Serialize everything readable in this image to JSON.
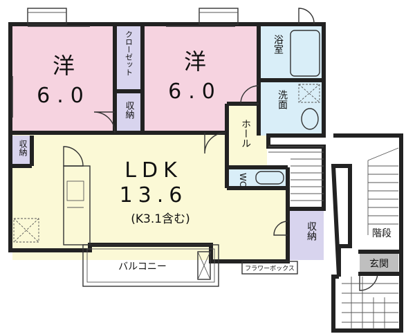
{
  "rooms": {
    "western_room_1": {
      "name": "洋",
      "size": "6.0"
    },
    "western_room_2": {
      "name": "洋",
      "size": "6.0"
    },
    "closet": {
      "label": "クローゼット"
    },
    "storage_top": {
      "label": "収納"
    },
    "storage_left": {
      "label": "収納"
    },
    "storage_right": {
      "label": "収納"
    },
    "ldk": {
      "name": "LDK",
      "size": "13.6",
      "note": "(K3.1含む)"
    },
    "bathroom": {
      "label": "浴室"
    },
    "washroom": {
      "label": "洗面"
    },
    "hall": {
      "label": "ホール"
    },
    "wc": {
      "label": "WC"
    },
    "stairs": {
      "label": "階段"
    },
    "entrance": {
      "label": "玄関"
    },
    "balcony": {
      "label": "バルコニー"
    },
    "flower_box": {
      "label": "フラワーボックス"
    }
  },
  "colors": {
    "western_room": "#f6d3e0",
    "ldk": "#fbf9d6",
    "hall": "#fbf9d6",
    "wet_area": "#d9eef8",
    "closet": "#d8d4ee",
    "entrance": "#bfbfbf",
    "walls": "#222222"
  }
}
